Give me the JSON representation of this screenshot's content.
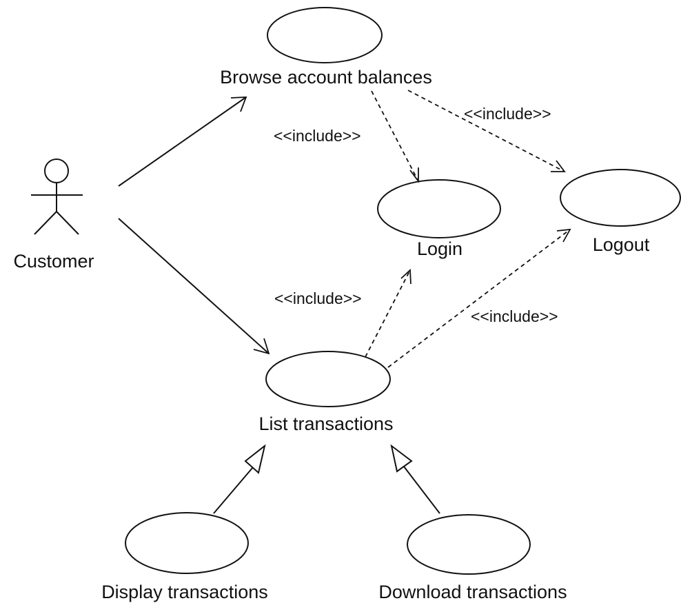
{
  "actor": {
    "name": "Customer"
  },
  "use_cases": {
    "browse": "Browse account balances",
    "login": "Login",
    "logout": "Logout",
    "list": "List transactions",
    "display": "Display transactions",
    "download": "Download transactions"
  },
  "relations": {
    "include_label": "<<include>>"
  }
}
